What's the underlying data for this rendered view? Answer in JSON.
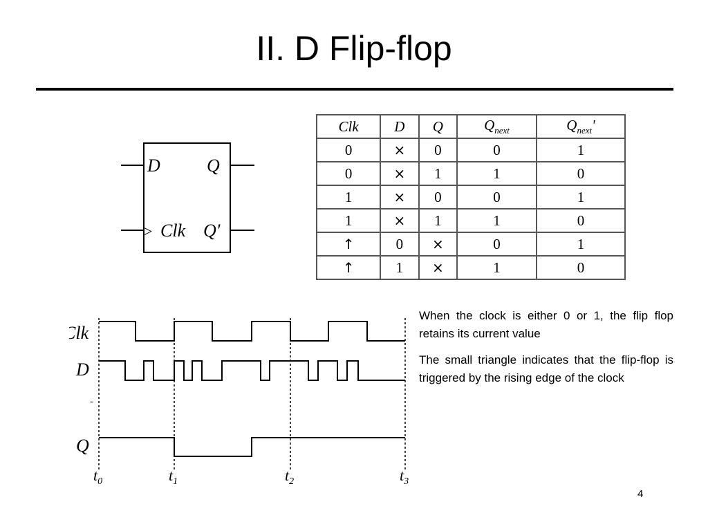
{
  "slide": {
    "title": "II. D Flip-flop",
    "page_number": "4"
  },
  "flipflop": {
    "input_d": "D",
    "output_q": "Q",
    "clock_marker": ">",
    "clock_label": "Clk",
    "output_qbar": "Q'"
  },
  "truth_table": {
    "headers": [
      "Clk",
      "D",
      "Q",
      "Q",
      "Q"
    ],
    "header_subscripts": [
      "",
      "",
      "",
      "next",
      "next"
    ],
    "header_suffixes": [
      "",
      "",
      "",
      "",
      "'"
    ],
    "rows": [
      [
        "0",
        "×",
        "0",
        "0",
        "1"
      ],
      [
        "0",
        "×",
        "1",
        "1",
        "0"
      ],
      [
        "1",
        "×",
        "0",
        "0",
        "1"
      ],
      [
        "1",
        "×",
        "1",
        "1",
        "0"
      ],
      [
        "↑",
        "0",
        "×",
        "0",
        "1"
      ],
      [
        "↑",
        "1",
        "×",
        "1",
        "0"
      ]
    ]
  },
  "timing": {
    "signal_labels": [
      "Clk",
      "D",
      "Q"
    ],
    "time_labels": [
      "t",
      "t",
      "t",
      "t"
    ],
    "time_subscripts": [
      "0",
      "1",
      "2",
      "3"
    ]
  },
  "notes": [
    "When the clock is either 0 or 1, the flip flop retains its current value",
    "The small triangle indicates that the flip-flop is triggered by the rising edge of the clock"
  ]
}
